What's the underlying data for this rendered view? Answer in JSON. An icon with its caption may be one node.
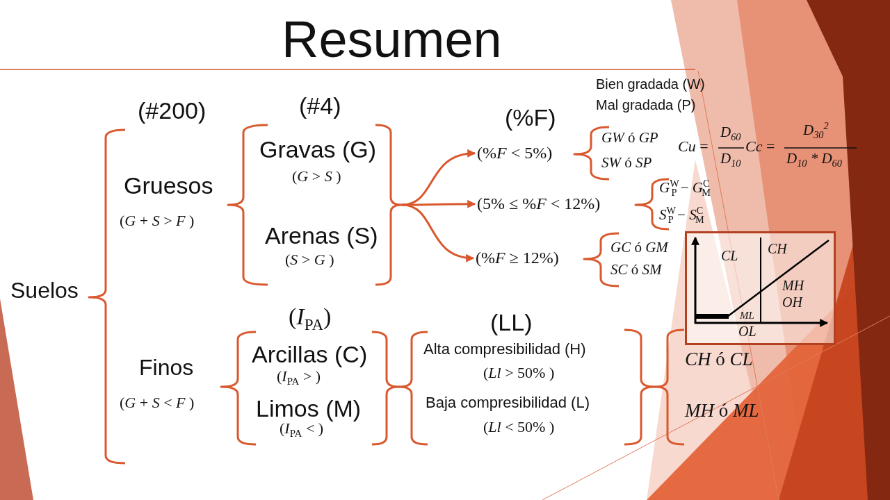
{
  "diagram": {
    "title": "Resumen",
    "nodes": [
      {
        "text": [],
        "shape": "brace"
      },
      {
        "text": [
          "(%*F* < 5%)"
        ]
      },
      {
        "text": [
          "(5% ≤ %*F* < 12%)"
        ]
      },
      {
        "text": [
          "(%*F* ≥ 12%)"
        ]
      }
    ],
    "edges": [
      {
        "from": 0,
        "to": 1,
        "arrow": "to"
      },
      {
        "from": 0,
        "to": 2,
        "arrow": "to"
      },
      {
        "from": 0,
        "to": 3,
        "arrow": "to"
      }
    ],
    "labels": [
      "(#200)",
      "(#4)",
      "Bien gradada (W)",
      "Mal gradada (P)",
      "(%F)",
      "Gruesos",
      "(*G* + *S* > *F* )",
      "Gravas (G)",
      "(*G* > *S* )",
      "Arenas (S)",
      "(*S* > *G* )",
      "*GW* ó *GP*",
      "*SW* ó *SP*",
      "*Cu* =",
      "D$_{60}$",
      "D$_{10}$",
      "*Cc* =",
      "D$_{30}$$^{2}$",
      "D$_{10}$ * D$_{60}$",
      "*G*$^{W}$$_{P}$ − *G*$^{C}$$_{M}$",
      "*S*$^{W}$$_{P}$ − *S*$^{C}$$_{M}$",
      "*GC* ó *GM*",
      "*SC* ó *SM*",
      "CL",
      "CH",
      "MH",
      "OH",
      "ML",
      "OL",
      "Suelos",
      "(*I*$_{PA}$)",
      "(LL)",
      "Finos",
      "(*G* + *S* < *F* )",
      "Arcillas (C)",
      "(*I*$_{PA}$ > )",
      "Limos (M)",
      "(*I*$_{PA}$ < )",
      "Alta compresibilidad (H)",
      "(*Ll* > 50% )",
      "Baja compresibilidad (L)",
      "(*Ll* < 50% )",
      "*CH* ó *CL*",
      "*MH* ó *ML*"
    ]
  }
}
